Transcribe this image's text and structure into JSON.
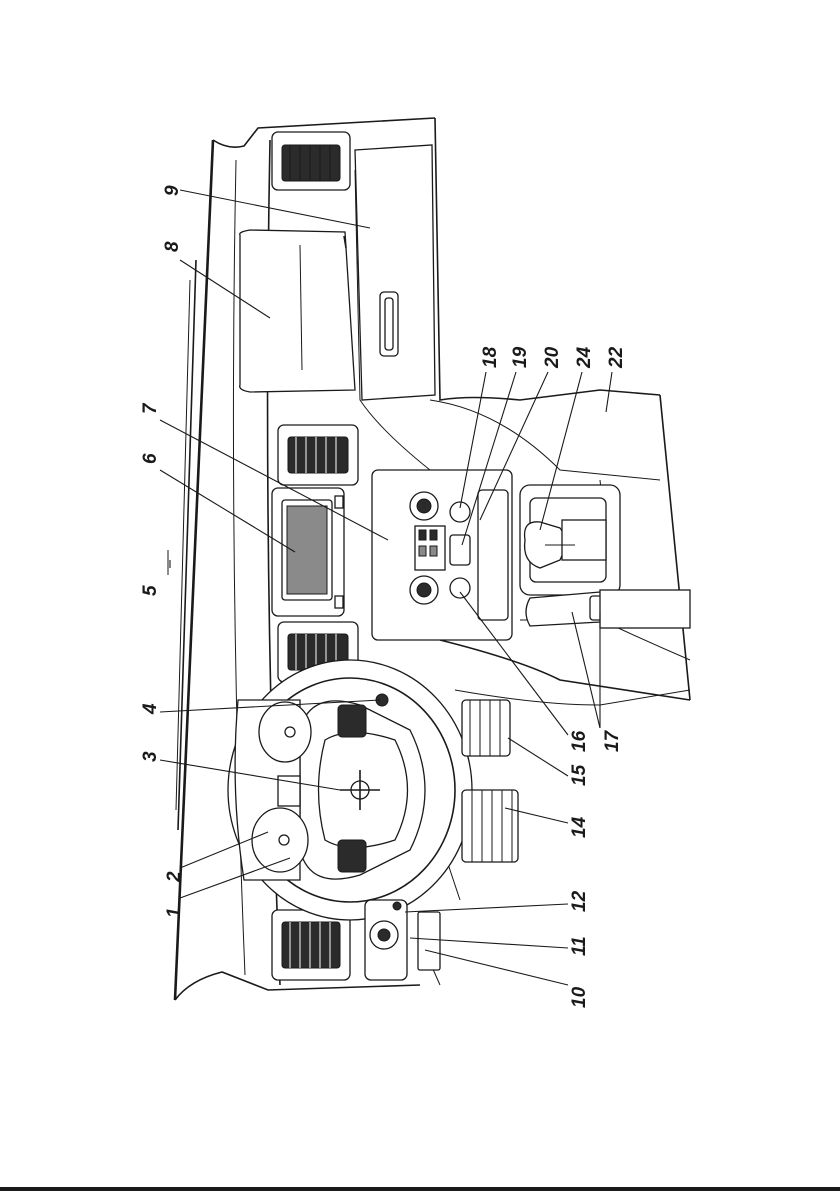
{
  "diagram": {
    "callouts": [
      {
        "id": "c1",
        "label": "1"
      },
      {
        "id": "c2",
        "label": "2"
      },
      {
        "id": "c3",
        "label": "3"
      },
      {
        "id": "c4",
        "label": "4"
      },
      {
        "id": "c5",
        "label": "5"
      },
      {
        "id": "c6",
        "label": "6"
      },
      {
        "id": "c7",
        "label": "7"
      },
      {
        "id": "c8",
        "label": "8"
      },
      {
        "id": "c9",
        "label": "9"
      },
      {
        "id": "c10",
        "label": "10"
      },
      {
        "id": "c11",
        "label": "11"
      },
      {
        "id": "c12",
        "label": "12"
      },
      {
        "id": "c14",
        "label": "14"
      },
      {
        "id": "c15",
        "label": "15"
      },
      {
        "id": "c16",
        "label": "16"
      },
      {
        "id": "c17",
        "label": "17"
      },
      {
        "id": "c18",
        "label": "18"
      },
      {
        "id": "c19",
        "label": "19"
      },
      {
        "id": "c20",
        "label": "20"
      },
      {
        "id": "c22",
        "label": "22"
      },
      {
        "id": "c24",
        "label": "24"
      }
    ]
  }
}
